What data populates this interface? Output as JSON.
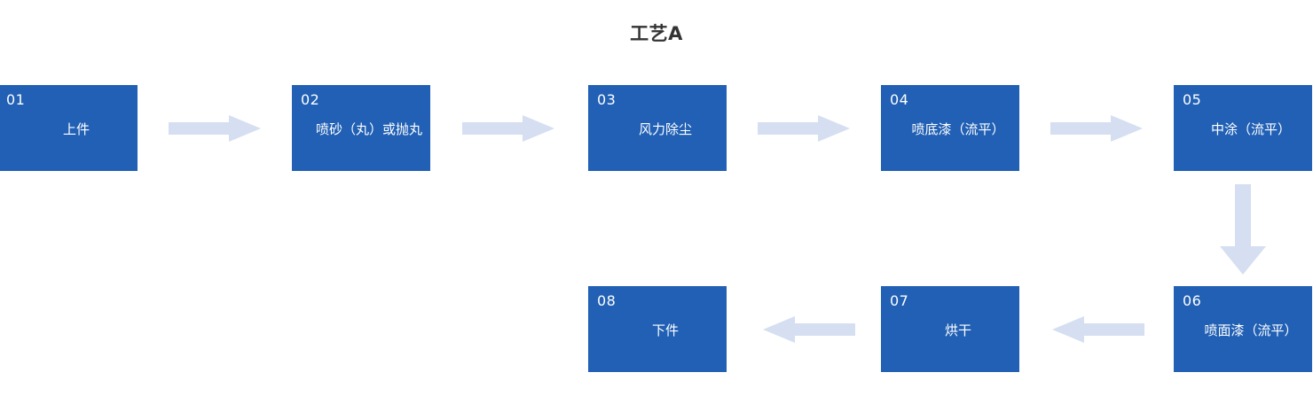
{
  "title": "工艺A",
  "colors": {
    "box_fill": "#2160b4",
    "arrow_fill": "#d5dff1",
    "title_text": "#333333",
    "box_text": "#ffffff",
    "background": "#ffffff"
  },
  "steps": [
    {
      "num": "01",
      "label": "上件"
    },
    {
      "num": "02",
      "label": "喷砂（丸）或抛丸"
    },
    {
      "num": "03",
      "label": "风力除尘"
    },
    {
      "num": "04",
      "label": "喷底漆（流平）"
    },
    {
      "num": "05",
      "label": "中涂（流平）"
    },
    {
      "num": "06",
      "label": "喷面漆（流平）"
    },
    {
      "num": "07",
      "label": "烘干"
    },
    {
      "num": "08",
      "label": "下件"
    }
  ],
  "connectors": [
    {
      "name": "arrow-01-to-02",
      "direction": "right"
    },
    {
      "name": "arrow-02-to-03",
      "direction": "right"
    },
    {
      "name": "arrow-03-to-04",
      "direction": "right"
    },
    {
      "name": "arrow-04-to-05",
      "direction": "right"
    },
    {
      "name": "arrow-05-to-06",
      "direction": "down"
    },
    {
      "name": "arrow-06-to-07",
      "direction": "left"
    },
    {
      "name": "arrow-07-to-08",
      "direction": "left"
    }
  ]
}
